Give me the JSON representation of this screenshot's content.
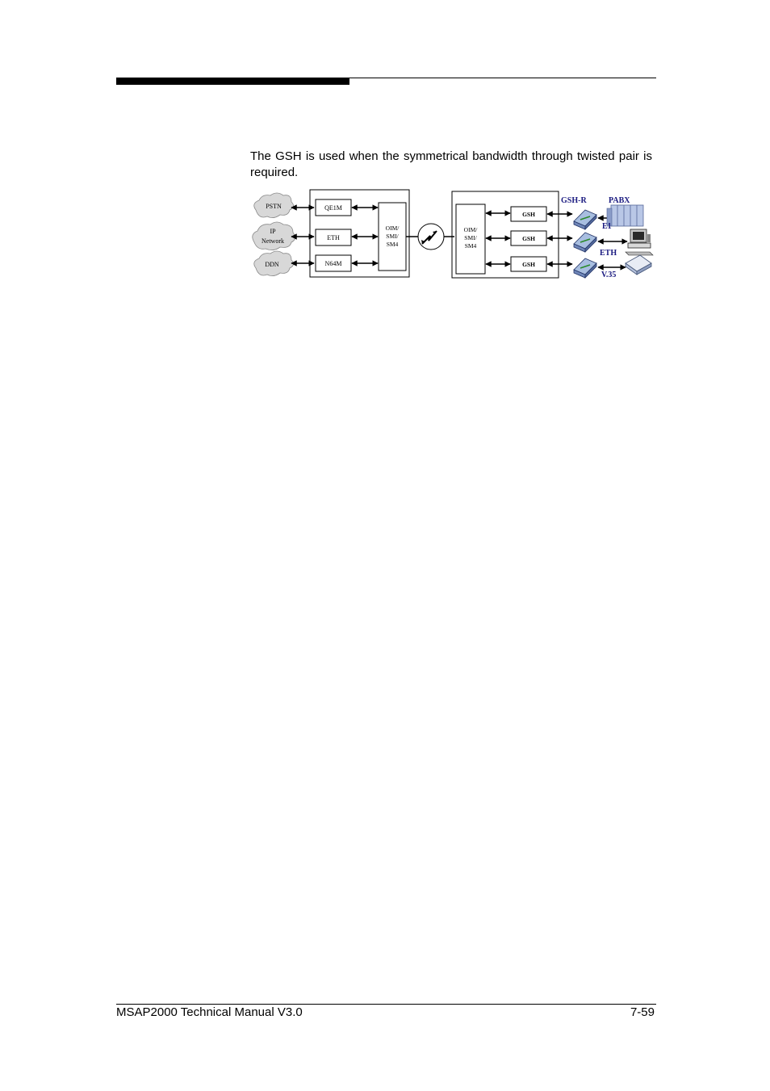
{
  "body": {
    "paragraph": "The GSH is used when the symmetrical bandwidth through twisted pair is required."
  },
  "diagram": {
    "clouds": [
      "PSTN",
      "IP Network",
      "DDN"
    ],
    "cloud_ip_line1": "IP",
    "cloud_ip_line2": "Network",
    "left_modules": [
      "QE1M",
      "ETH",
      "N64M"
    ],
    "left_core_l1": "OIM/",
    "left_core_l2": "SMI/",
    "left_core_l3": "SM4",
    "right_core_l1": "OIM/",
    "right_core_l2": "SMI/",
    "right_core_l3": "SM4",
    "right_modules": [
      "GSH",
      "GSH",
      "GSH"
    ],
    "labels": {
      "gsh_r": "GSH-R",
      "pabx": "PABX",
      "e1": "E1",
      "eth": "ETH",
      "v35": "V.35"
    },
    "label_color": "#1a1a80",
    "icons": [
      "cloud-icon",
      "radio-link-icon",
      "modem-icon",
      "pabx-icon",
      "computer-icon",
      "router-icon"
    ]
  },
  "footer": {
    "left": "MSAP2000 Technical Manual V3.0",
    "right": "7-59"
  }
}
